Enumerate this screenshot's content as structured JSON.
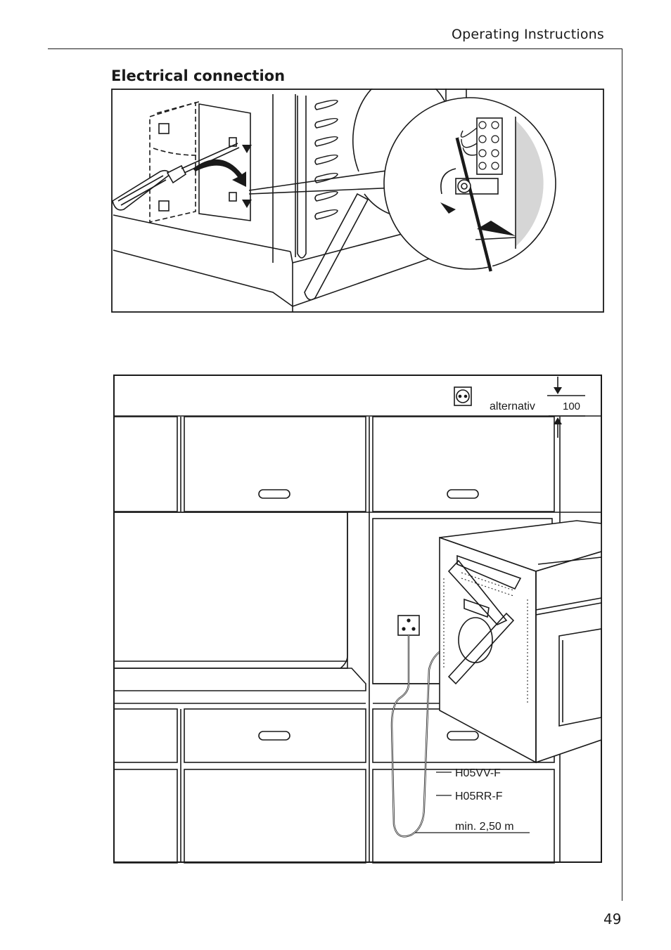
{
  "header": {
    "title": "Operating Instructions"
  },
  "section": {
    "title": "Electrical connection"
  },
  "figure2": {
    "socket_label": "alternativ",
    "dimension": "100",
    "cable_types": [
      "H05VV-F",
      "H05RR-F"
    ],
    "cable_length": "min. 2,50 m"
  },
  "footer": {
    "page_number": "49"
  },
  "colors": {
    "line": "#1a1a1a",
    "panel_fill": "#d6d6d6",
    "background": "#ffffff"
  }
}
